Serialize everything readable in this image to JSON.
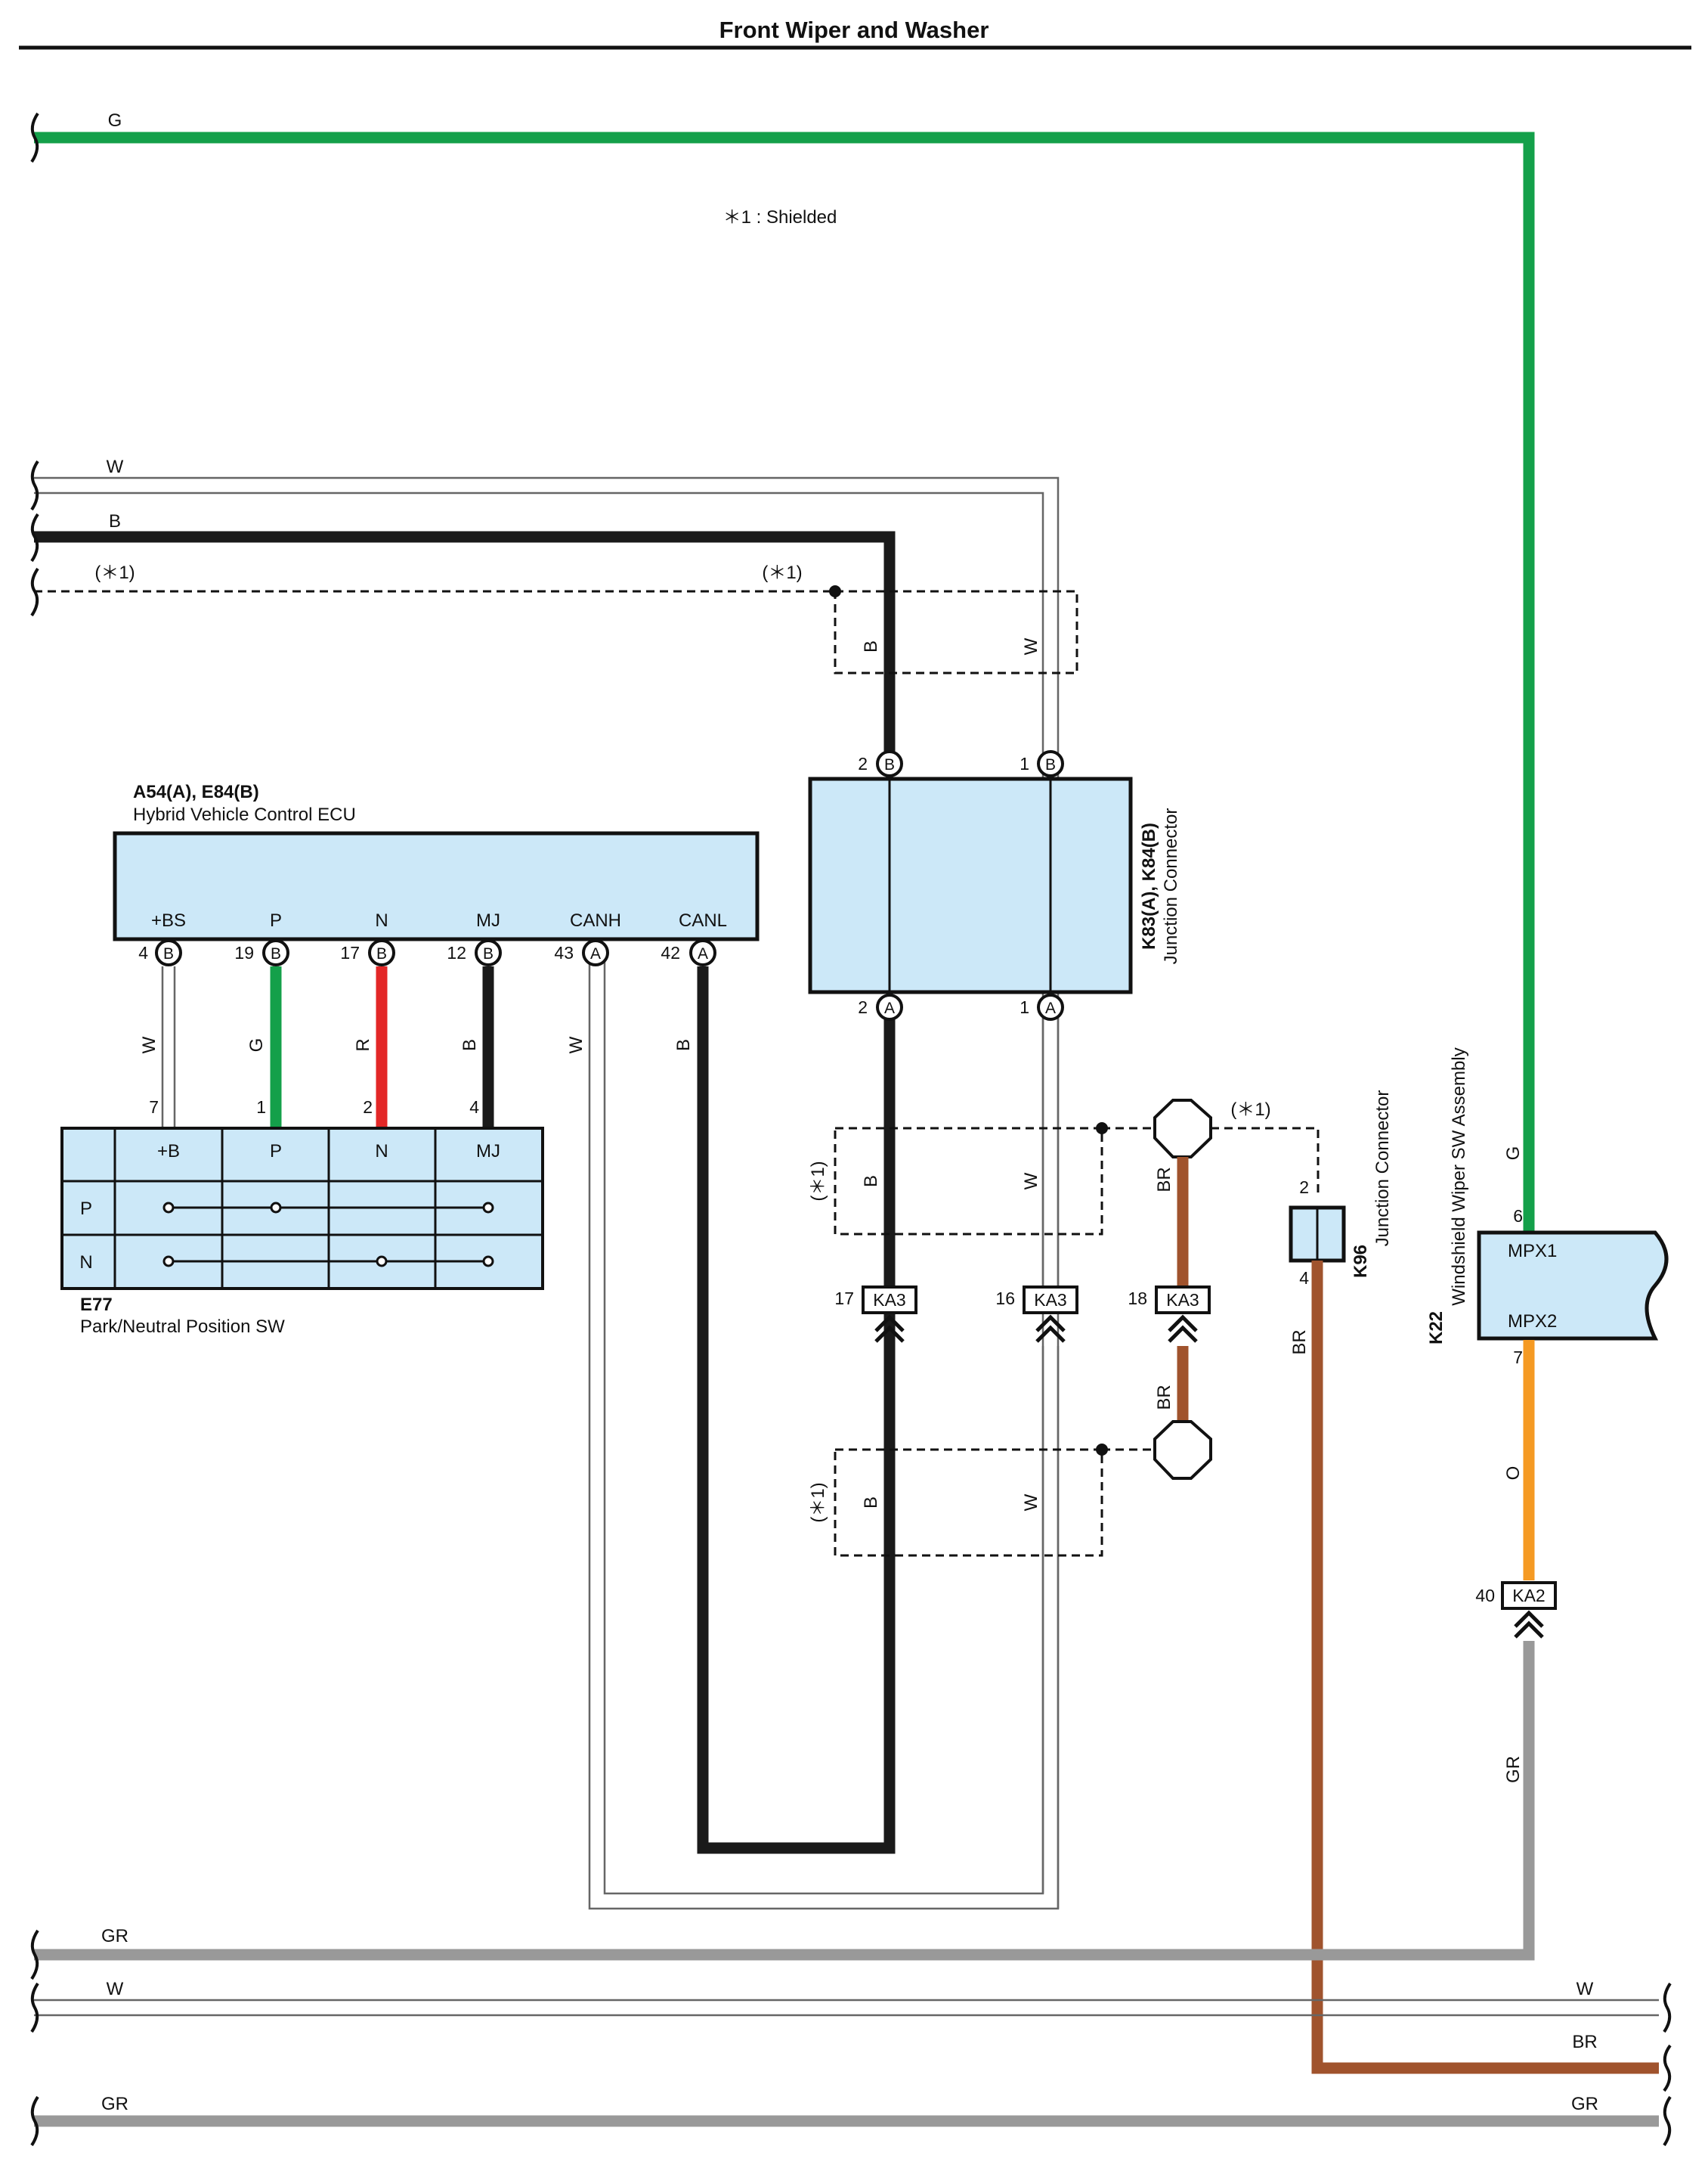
{
  "title": "Front Wiper and Washer",
  "note": "＊1 : Shielded",
  "shield_label": "(＊1)",
  "colors": {
    "G": "#14a04a",
    "B": "#1a1a1a",
    "R": "#e32727",
    "BR": "#a0532d",
    "O": "#f59a23",
    "GR": "#999999",
    "box_fill": "#cce8f8"
  },
  "wires": {
    "g_top": "G",
    "w_left": "W",
    "b_left": "B",
    "gr_bot1": "GR",
    "w_bot": "W",
    "gr_bot2": "GR",
    "w_right": "W",
    "br_right": "BR",
    "gr_right": "GR"
  },
  "ecu": {
    "code": "A54(A), E84(B)",
    "name": "Hybrid Vehicle Control ECU",
    "terminals": [
      {
        "name": "+BS",
        "pin": "4",
        "conn": "B",
        "wire": "W"
      },
      {
        "name": "P",
        "pin": "19",
        "conn": "B",
        "wire": "G"
      },
      {
        "name": "N",
        "pin": "17",
        "conn": "B",
        "wire": "R"
      },
      {
        "name": "MJ",
        "pin": "12",
        "conn": "B",
        "wire": "B"
      },
      {
        "name": "CANH",
        "pin": "43",
        "conn": "A",
        "wire": "W"
      },
      {
        "name": "CANL",
        "pin": "42",
        "conn": "A",
        "wire": "B"
      }
    ]
  },
  "e77": {
    "code": "E77",
    "name": "Park/Neutral Position SW",
    "headers": [
      "+B",
      "P",
      "N",
      "MJ"
    ],
    "pins": [
      "7",
      "1",
      "2",
      "4"
    ],
    "rows": [
      "P",
      "N"
    ]
  },
  "junction_k83": {
    "code": "K83(A), K84(B)",
    "name": "Junction Connector",
    "top_pins": [
      {
        "pin": "2",
        "conn": "B"
      },
      {
        "pin": "1",
        "conn": "B"
      }
    ],
    "bottom_pins": [
      {
        "pin": "2",
        "conn": "A"
      },
      {
        "pin": "1",
        "conn": "A"
      }
    ],
    "shield_wire_labels": [
      "B",
      "W"
    ]
  },
  "ka3": [
    {
      "pin": "17",
      "name": "KA3"
    },
    {
      "pin": "16",
      "name": "KA3"
    },
    {
      "pin": "18",
      "name": "KA3"
    }
  ],
  "ka3_br_labels": [
    "BR",
    "BR"
  ],
  "k96": {
    "code": "K96",
    "name": "Junction Connector",
    "pin_top": "2",
    "pin_bottom": "4",
    "wire": "BR"
  },
  "k22": {
    "code": "K22",
    "name": "Windshield Wiper SW Assembly",
    "terminals": [
      {
        "name": "MPX1",
        "pin": "6",
        "wire": "G"
      },
      {
        "name": "MPX2",
        "pin": "7",
        "wire": "O"
      }
    ]
  },
  "ka2": {
    "pin": "40",
    "name": "KA2",
    "wire_below": "GR"
  }
}
